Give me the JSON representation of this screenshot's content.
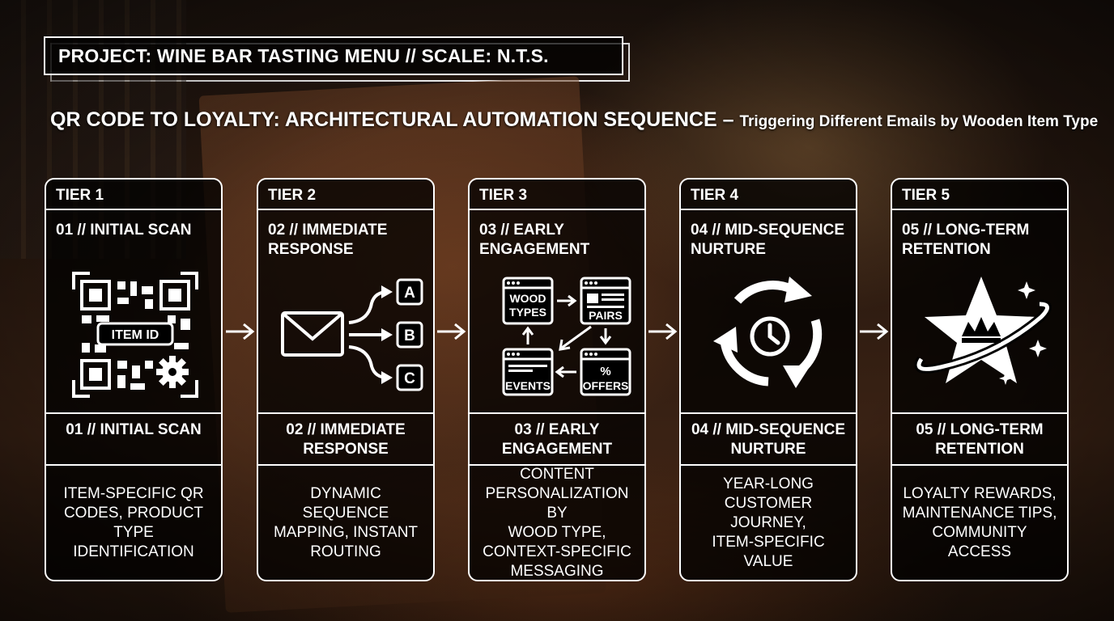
{
  "project_title": "PROJECT: WINE BAR TASTING MENU // SCALE: N.T.S.",
  "headline": {
    "main": "QR CODE TO LOYALTY: ARCHITECTURAL AUTOMATION SEQUENCE",
    "dash": " – ",
    "sub": "Triggering Different Emails by Wooden Item Type"
  },
  "tiers": [
    {
      "label": "TIER 1",
      "title": "01 // INITIAL SCAN",
      "subtitle": "01 // INITIAL SCAN",
      "description": "ITEM-SPECIFIC QR\nCODES, PRODUCT\nTYPE IDENTIFICATION",
      "icon": "qr-code-icon",
      "icon_text": "ITEM ID"
    },
    {
      "label": "TIER 2",
      "title": "02 // IMMEDIATE\n        RESPONSE",
      "subtitle": "02 // IMMEDIATE\nRESPONSE",
      "description": "DYNAMIC SEQUENCE\nMAPPING, INSTANT\nROUTING",
      "icon": "email-routing-icon",
      "routes": [
        "A",
        "B",
        "C"
      ]
    },
    {
      "label": "TIER 3",
      "title": "03 //  EARLY\n        ENGAGEMENT",
      "subtitle": "03 // EARLY\nENGAGEMENT",
      "description": "CONTENT\nPERSONALIZATION BY\nWOOD TYPE,\nCONTEXT-SPECIFIC\nMESSAGING",
      "icon": "content-cycle-icon",
      "cards": {
        "wood_1": "WOOD",
        "wood_2": "TYPES",
        "pairs": "PAIRS",
        "events": "EVENTS",
        "offers_symbol": "%",
        "offers": "OFFERS"
      }
    },
    {
      "label": "TIER 4",
      "title": "04 // MID-SEQUENCE\n        NURTURE",
      "subtitle": "04 // MID-SEQUENCE\nNURTURE",
      "description": "YEAR-LONG\nCUSTOMER JOURNEY,\nITEM-SPECIFIC VALUE",
      "icon": "cycle-clock-icon"
    },
    {
      "label": "TIER 5",
      "title": "05 //  LONG-TERM\n        RETENTION",
      "subtitle": "05 // LONG-TERM\nRETENTION",
      "description": "LOYALTY REWARDS,\nMAINTENANCE TIPS,\nCOMMUNITY ACCESS",
      "icon": "star-crown-icon"
    }
  ],
  "colors": {
    "line": "#ffffff",
    "panel": "#000000",
    "wood": "#3a2214"
  }
}
